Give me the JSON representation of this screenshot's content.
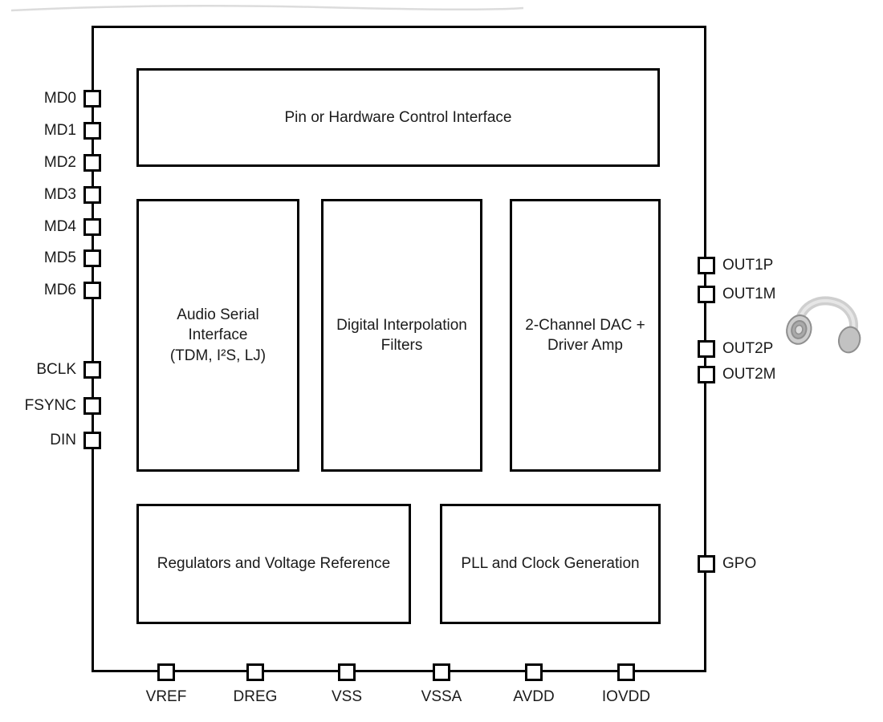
{
  "blocks": {
    "control": "Pin or Hardware Control Interface",
    "asi_title": "Audio Serial Interface",
    "asi_sub": "(TDM, I²S, LJ)",
    "dif": "Digital Interpolation Filters",
    "dac": "2-Channel DAC + Driver Amp",
    "regulators": "Regulators and Voltage Reference",
    "pll": "PLL and Clock Generation"
  },
  "pins": {
    "left": [
      "MD0",
      "MD1",
      "MD2",
      "MD3",
      "MD4",
      "MD5",
      "MD6",
      "BCLK",
      "FSYNC",
      "DIN"
    ],
    "right": [
      "OUT1P",
      "OUT1M",
      "OUT2P",
      "OUT2M",
      "GPO"
    ],
    "bottom": [
      "VREF",
      "DREG",
      "VSS",
      "VSSA",
      "AVDD",
      "IOVDD"
    ]
  },
  "icons": {
    "headphones": "headphones-icon"
  },
  "colors": {
    "outline": "#000000",
    "text": "#1b1b1b",
    "icon_gray": "#c9c9c9",
    "background": "#ffffff"
  }
}
